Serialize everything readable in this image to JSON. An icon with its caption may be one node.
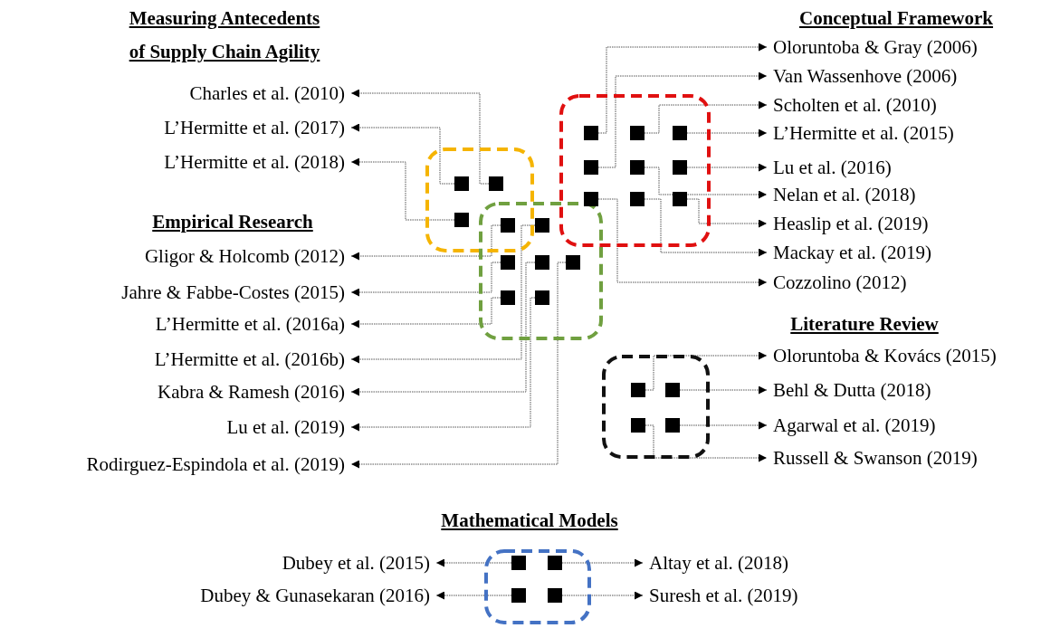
{
  "diagram": {
    "nodes": [
      {
        "text": [],
        "shape": "box"
      },
      {
        "text": [],
        "shape": "box",
        "in": 0
      },
      {
        "text": [],
        "shape": "box",
        "in": 0
      },
      {
        "text": [],
        "shape": "box",
        "in": 0
      },
      {
        "text": [],
        "shape": "box"
      },
      {
        "text": [],
        "shape": "box"
      },
      {
        "text": [],
        "shape": "box",
        "in": 4
      },
      {
        "text": [],
        "shape": "box",
        "in": 4
      },
      {
        "text": [],
        "shape": "box",
        "in": 4
      },
      {
        "text": [],
        "shape": "box",
        "in": 4
      },
      {
        "text": [],
        "shape": "box",
        "in": 4
      },
      {
        "text": [],
        "shape": "box",
        "in": 4
      },
      {
        "text": [],
        "shape": "box"
      },
      {
        "text": [],
        "shape": "box",
        "in": 12
      },
      {
        "text": [],
        "shape": "box",
        "in": 12
      },
      {
        "text": [],
        "shape": "box",
        "in": 12
      },
      {
        "text": [],
        "shape": "box",
        "in": 12
      },
      {
        "text": [],
        "shape": "box",
        "in": 12
      },
      {
        "text": [],
        "shape": "box",
        "in": 12
      },
      {
        "text": [],
        "shape": "box",
        "in": 12
      },
      {
        "text": [],
        "shape": "box",
        "in": 12
      },
      {
        "text": [],
        "shape": "box",
        "in": 12
      },
      {
        "text": [],
        "shape": "box"
      },
      {
        "text": [],
        "shape": "box",
        "in": 22
      },
      {
        "text": [],
        "shape": "box",
        "in": 22
      },
      {
        "text": [],
        "shape": "box",
        "in": 22
      },
      {
        "text": [],
        "shape": "box",
        "in": 22
      },
      {
        "text": [],
        "shape": "box"
      },
      {
        "text": [],
        "shape": "box",
        "in": 27
      },
      {
        "text": [],
        "shape": "box",
        "in": 27
      },
      {
        "text": [],
        "shape": "box",
        "in": 27
      },
      {
        "text": [],
        "shape": "box",
        "in": 27
      },
      {
        "text": [
          "Charles et al. (2010)"
        ]
      },
      {
        "text": [
          "L’Hermitte et al. (2017)"
        ]
      },
      {
        "text": [
          "L’Hermitte et al. (2018)"
        ]
      },
      {
        "text": [
          "Gligor & Holcomb (2012)"
        ]
      },
      {
        "text": [
          "Jahre & Fabbe-Costes (2015)"
        ]
      },
      {
        "text": [
          "L’Hermitte et al. (2016a)"
        ]
      },
      {
        "text": [
          "L’Hermitte et al. (2016b)"
        ]
      },
      {
        "text": [
          "Kabra & Ramesh (2016)"
        ]
      },
      {
        "text": [
          "Lu et al. (2019)"
        ]
      },
      {
        "text": [
          "Rodirguez-Espindola et al. (2019)"
        ]
      },
      {
        "text": [
          "Oloruntoba & Gray (2006)"
        ]
      },
      {
        "text": [
          "Van Wassenhove (2006)"
        ]
      },
      {
        "text": [
          "Scholten et al. (2010)"
        ]
      },
      {
        "text": [
          "L’Hermitte et al. (2015)"
        ]
      },
      {
        "text": [
          "Lu et al. (2016)"
        ]
      },
      {
        "text": [
          "Nelan et al. (2018)"
        ]
      },
      {
        "text": [
          "Heaslip et al. (2019)"
        ]
      },
      {
        "text": [
          "Mackay et al. (2019)"
        ]
      },
      {
        "text": [
          "Cozzolino (2012)"
        ]
      },
      {
        "text": [
          "Oloruntoba & Kovács (2015)"
        ]
      },
      {
        "text": [
          "Behl & Dutta (2018)"
        ]
      },
      {
        "text": [
          "Agarwal et al. (2019)"
        ]
      },
      {
        "text": [
          "Russell & Swanson (2019)"
        ]
      },
      {
        "text": [
          "Dubey et al. (2015)"
        ]
      },
      {
        "text": [
          "Dubey & Gunasekaran (2016)"
        ]
      },
      {
        "text": [
          "Altay et al. (2018)"
        ]
      },
      {
        "text": [
          "Suresh et al. (2019)"
        ]
      }
    ],
    "edges": [
      {
        "from": 2,
        "to": 32,
        "arrow": "to"
      },
      {
        "from": 1,
        "to": 33,
        "arrow": "to"
      },
      {
        "from": 3,
        "to": 34,
        "arrow": "to"
      },
      {
        "from": 5,
        "to": 35,
        "arrow": "to"
      },
      {
        "from": 7,
        "to": 36,
        "arrow": "to"
      },
      {
        "from": 10,
        "to": 37,
        "arrow": "to"
      },
      {
        "from": 6,
        "to": 38,
        "arrow": "to"
      },
      {
        "from": 8,
        "to": 39,
        "arrow": "to"
      },
      {
        "from": 11,
        "to": 40,
        "arrow": "to"
      },
      {
        "from": 9,
        "to": 41,
        "arrow": "to"
      },
      {
        "from": 13,
        "to": 42,
        "arrow": "to"
      },
      {
        "from": 16,
        "to": 43,
        "arrow": "to"
      },
      {
        "from": 14,
        "to": 44,
        "arrow": "to"
      },
      {
        "from": 15,
        "to": 45,
        "arrow": "to"
      },
      {
        "from": 18,
        "to": 46,
        "arrow": "to"
      },
      {
        "from": 17,
        "to": 47,
        "arrow": "to"
      },
      {
        "from": 21,
        "to": 48,
        "arrow": "to"
      },
      {
        "from": 20,
        "to": 49,
        "arrow": "to"
      },
      {
        "from": 19,
        "to": 50,
        "arrow": "to"
      },
      {
        "from": 23,
        "to": 51,
        "arrow": "to"
      },
      {
        "from": 24,
        "to": 52,
        "arrow": "to"
      },
      {
        "from": 26,
        "to": 53,
        "arrow": "to"
      },
      {
        "from": 25,
        "to": 54,
        "arrow": "to"
      },
      {
        "from": 28,
        "to": 55,
        "arrow": "to"
      },
      {
        "from": 30,
        "to": 56,
        "arrow": "to"
      },
      {
        "from": 29,
        "to": 57,
        "arrow": "to"
      },
      {
        "from": 31,
        "to": 58,
        "arrow": "to"
      }
    ],
    "labels": [
      "Measuring Antecedents of Supply Chain Agility",
      "Conceptual Framework",
      "Empirical Research",
      "Literature Review",
      "Mathematical Models"
    ]
  }
}
